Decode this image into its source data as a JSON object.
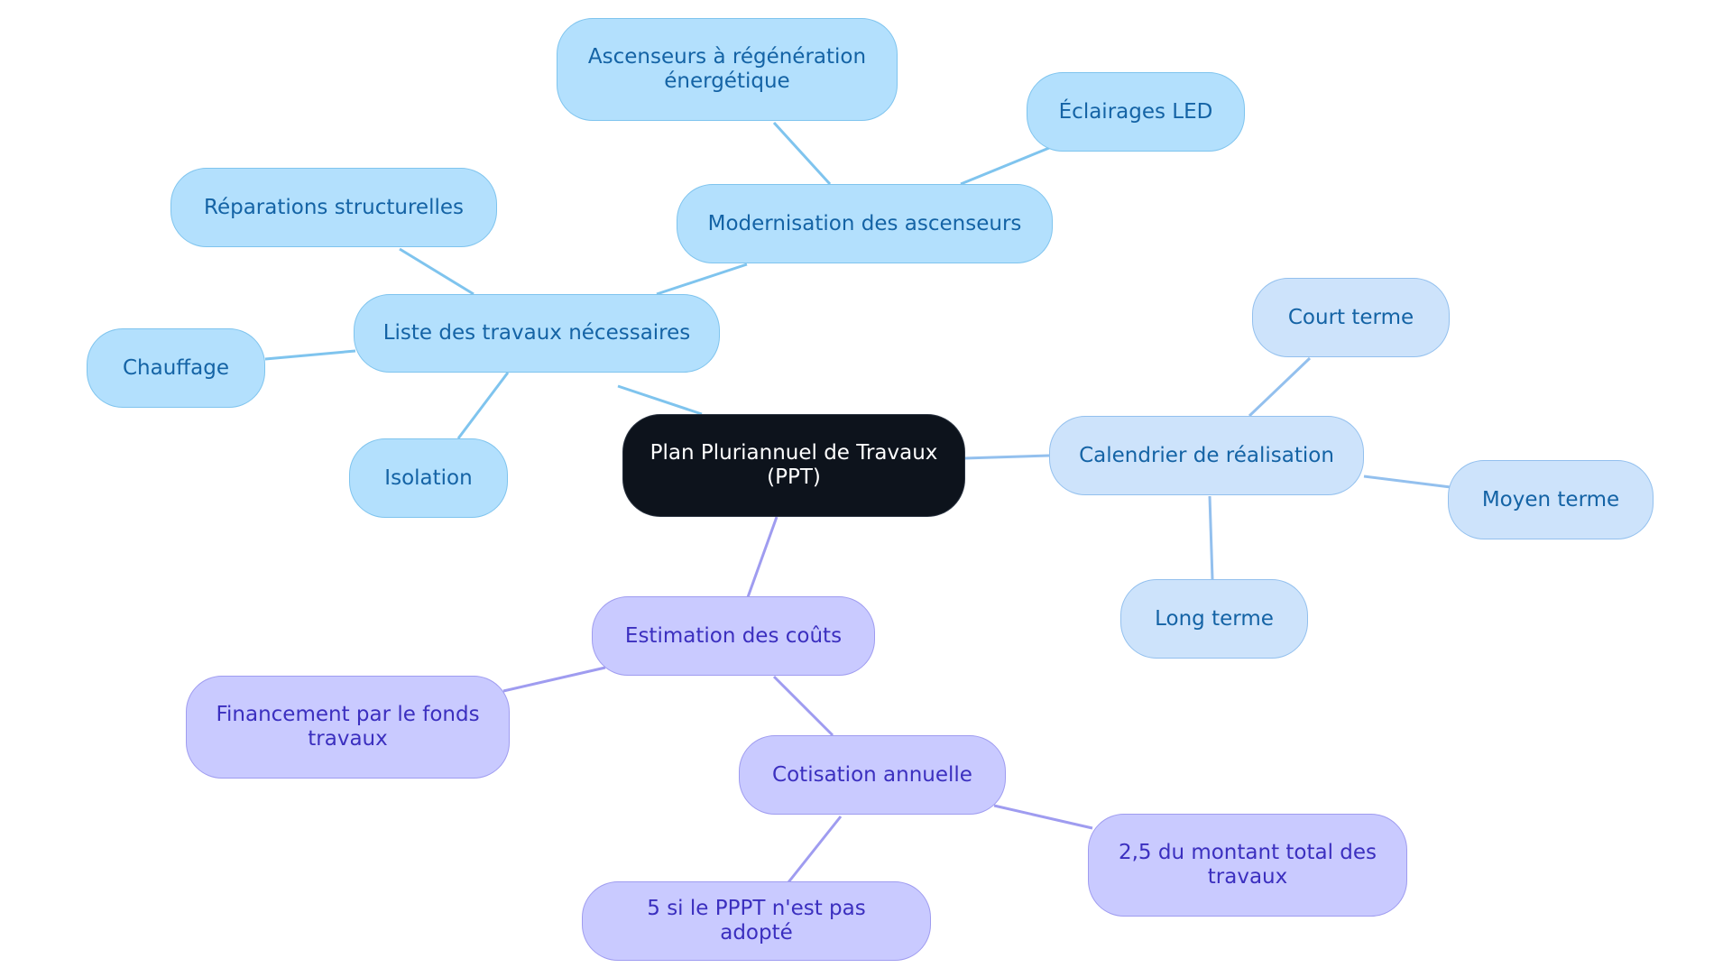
{
  "mindmap": {
    "root": "Plan Pluriannuel de Travaux\n(PPT)",
    "travaux": {
      "title": "Liste des travaux nécessaires",
      "reparations": "Réparations structurelles",
      "chauffage": "Chauffage",
      "isolation": "Isolation",
      "modernisation": "Modernisation des ascenseurs",
      "ascenseurs_regen": "Ascenseurs à régénération\nénergétique",
      "eclairages": "Éclairages LED"
    },
    "calendrier": {
      "title": "Calendrier de réalisation",
      "court": "Court terme",
      "moyen": "Moyen terme",
      "long": "Long terme"
    },
    "couts": {
      "title": "Estimation des coûts",
      "financement": "Financement par le fonds\ntravaux",
      "cotisation": "Cotisation annuelle",
      "montant": "2,5 du montant total des\ntravaux",
      "pppt": "5 si le PPPT n'est pas adopté"
    }
  },
  "colors": {
    "root_fill": "#0d131c",
    "travaux_fill": "#b3e0fd",
    "travaux_edge": "#7fc4ee",
    "calendrier_fill": "#cde3fb",
    "calendrier_edge": "#93c0ee",
    "couts_fill": "#c9caff",
    "couts_edge": "#9f9cf0"
  }
}
